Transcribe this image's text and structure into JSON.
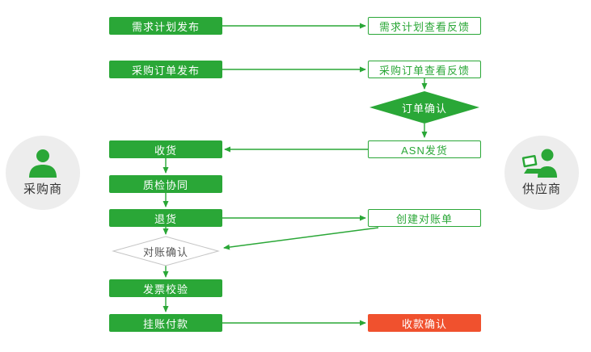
{
  "colors": {
    "green": "#2aa737",
    "red": "#f0512e",
    "circle_bg": "#ededed",
    "diamond_neutral_border": "#c5c5c5"
  },
  "actors": {
    "buyer": {
      "label": "采购商"
    },
    "supplier": {
      "label": "供应商"
    }
  },
  "nodes": {
    "demand_plan_publish": {
      "label": "需求计划发布"
    },
    "demand_plan_feedback": {
      "label": "需求计划查看反馈"
    },
    "po_publish": {
      "label": "采购订单发布"
    },
    "po_feedback": {
      "label": "采购订单查看反馈"
    },
    "order_confirm": {
      "label": "订单确认"
    },
    "receiving": {
      "label": "收货"
    },
    "asn_shipping": {
      "label": "ASN发货"
    },
    "quality_collab": {
      "label": "质检协同"
    },
    "returns": {
      "label": "退货"
    },
    "create_statement": {
      "label": "创建对账单"
    },
    "statement_confirm": {
      "label": "对账确认"
    },
    "invoice_check": {
      "label": "发票校验"
    },
    "account_payment": {
      "label": "挂账付款"
    },
    "receipt_confirm": {
      "label": "收款确认"
    }
  }
}
